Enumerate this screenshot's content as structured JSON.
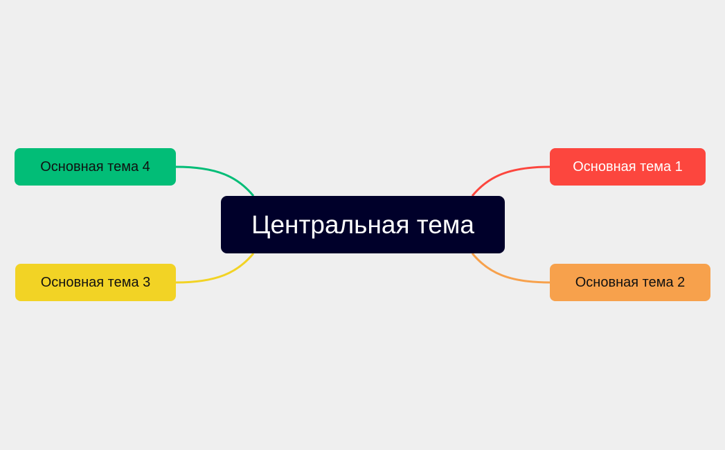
{
  "mindmap": {
    "central": {
      "label": "Центральная тема",
      "color": "#00002a",
      "text_color": "#ffffff"
    },
    "topics": [
      {
        "id": 1,
        "label": "Основная тема 1",
        "color": "#fc463e",
        "text_color": "#ffffff",
        "side": "right",
        "position": "top"
      },
      {
        "id": 2,
        "label": "Основная тема 2",
        "color": "#f7a14c",
        "text_color": "#111111",
        "side": "right",
        "position": "bottom"
      },
      {
        "id": 3,
        "label": "Основная тема 3",
        "color": "#f2d325",
        "text_color": "#111111",
        "side": "left",
        "position": "bottom"
      },
      {
        "id": 4,
        "label": "Основная тема 4",
        "color": "#02bd77",
        "text_color": "#111111",
        "side": "left",
        "position": "top"
      }
    ],
    "background": "#efefef"
  }
}
